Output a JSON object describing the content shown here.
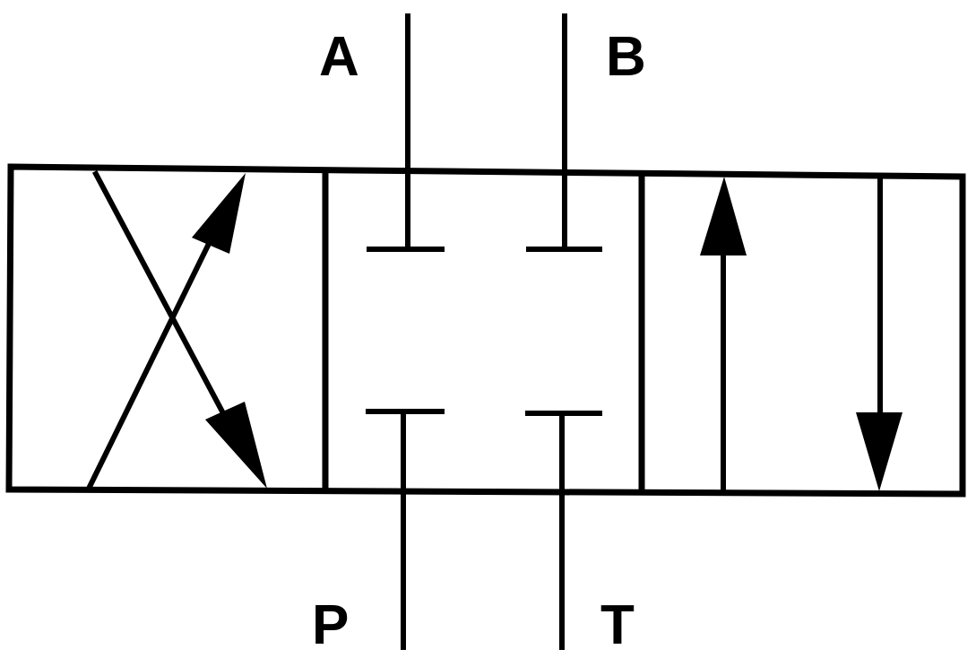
{
  "colors": {
    "ink": "#000000",
    "background": "#ffffff"
  },
  "ports": {
    "a": "A",
    "b": "B",
    "p": "P",
    "t": "T"
  }
}
